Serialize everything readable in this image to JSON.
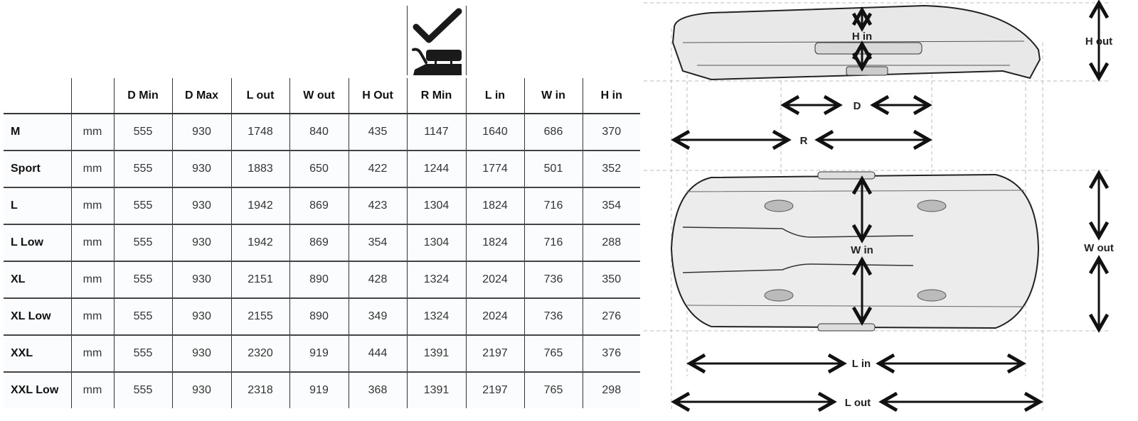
{
  "table": {
    "headers": [
      "",
      "",
      "D Min",
      "D Max",
      "L out",
      "W out",
      "H Out",
      "R Min",
      "L in",
      "W in",
      "H in"
    ],
    "rows": [
      [
        "M",
        "mm",
        "555",
        "930",
        "1748",
        "840",
        "435",
        "1147",
        "1640",
        "686",
        "370"
      ],
      [
        "Sport",
        "mm",
        "555",
        "930",
        "1883",
        "650",
        "422",
        "1244",
        "1774",
        "501",
        "352"
      ],
      [
        "L",
        "mm",
        "555",
        "930",
        "1942",
        "869",
        "423",
        "1304",
        "1824",
        "716",
        "354"
      ],
      [
        "L Low",
        "mm",
        "555",
        "930",
        "1942",
        "869",
        "354",
        "1304",
        "1824",
        "716",
        "288"
      ],
      [
        "XL",
        "mm",
        "555",
        "930",
        "2151",
        "890",
        "428",
        "1324",
        "2024",
        "736",
        "350"
      ],
      [
        "XL Low",
        "mm",
        "555",
        "930",
        "2155",
        "890",
        "349",
        "1324",
        "2024",
        "736",
        "276"
      ],
      [
        "XXL",
        "mm",
        "555",
        "930",
        "2320",
        "919",
        "444",
        "1391",
        "2197",
        "765",
        "376"
      ],
      [
        "XXL Low",
        "mm",
        "555",
        "930",
        "2318",
        "919",
        "368",
        "1391",
        "2197",
        "765",
        "298"
      ]
    ]
  },
  "icons": {
    "rmin_column": "checkmark-open-lid-icon"
  },
  "diagram": {
    "labels": {
      "h_in": "H in",
      "h_out": "H out",
      "d": "D",
      "r": "R",
      "w_in": "W in",
      "w_out": "W out",
      "l_in": "L in",
      "l_out": "L out"
    }
  }
}
